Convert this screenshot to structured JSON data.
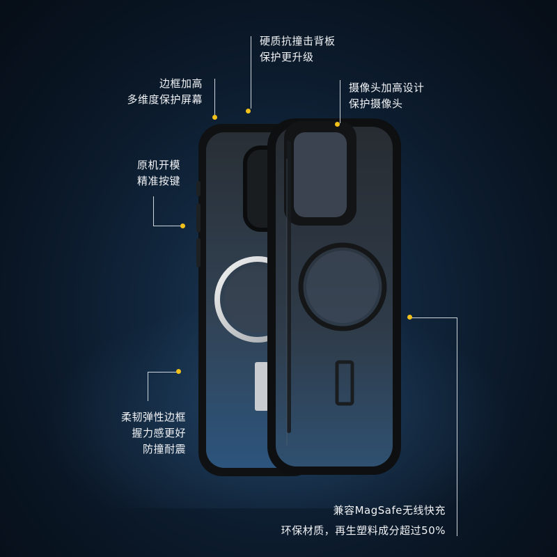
{
  "callouts": {
    "back_panel": [
      "硬质抗撞击背板",
      "保护更升级"
    ],
    "raised_edge": [
      "边框加高",
      "多维度保护屏幕"
    ],
    "camera": [
      "摄像头加高设计",
      "保护摄像头"
    ],
    "buttons": [
      "原机开模",
      "精准按键"
    ],
    "frame": [
      "柔韧弹性边框",
      "握力感更好",
      "防撞耐震"
    ],
    "magsafe": [
      "兼容MagSafe无线快充",
      "环保材质，再生塑料成分超过50%"
    ]
  },
  "colors": {
    "accent_dot": "#f3c21a",
    "background": "#0a1726",
    "case_frame": "#101214"
  },
  "icons": [
    "case-product-image"
  ]
}
